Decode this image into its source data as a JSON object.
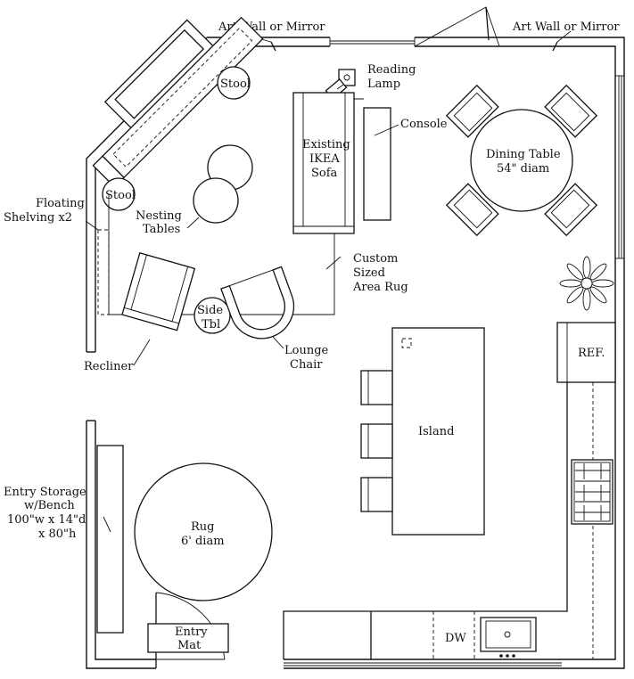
{
  "labels": {
    "art_wall_left": "Art Wall or Mirror",
    "art_wall_right": "Art Wall or Mirror",
    "reading_lamp": [
      "Reading",
      "Lamp"
    ],
    "stool_top": "Stool",
    "stool_bottom": "Stool",
    "sofa": [
      "Existing",
      "IKEA",
      "Sofa"
    ],
    "console": "Console",
    "dining_table": [
      "Dining Table",
      "54\" diam"
    ],
    "floating_shelving": [
      "Floating",
      "Shelving x2"
    ],
    "nesting_tables": [
      "Nesting",
      "Tables"
    ],
    "area_rug": [
      "Custom",
      "Sized",
      "Area Rug"
    ],
    "side_table": [
      "Side",
      "Tbl"
    ],
    "recliner": "Recliner",
    "lounge_chair": [
      "Lounge",
      "Chair"
    ],
    "refrigerator": "REF.",
    "island": "Island",
    "entry_storage": [
      "Entry Storage",
      "w/Bench",
      "100\"w x 14\"d",
      "x 80\"h"
    ],
    "rug": [
      "Rug",
      "6' diam"
    ],
    "entry_mat": [
      "Entry",
      "Mat"
    ],
    "dishwasher": "DW"
  }
}
